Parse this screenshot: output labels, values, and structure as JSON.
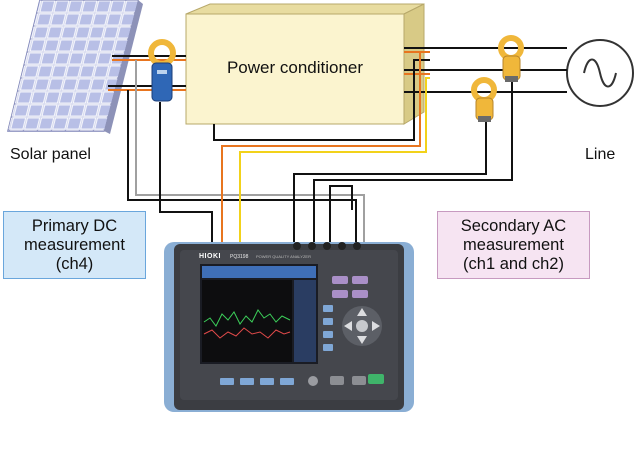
{
  "labels": {
    "power_conditioner": "Power conditioner",
    "solar_panel": "Solar panel",
    "line": "Line",
    "primary": [
      "Primary DC",
      "measurement",
      "(ch4)"
    ],
    "secondary": [
      "Secondary AC",
      "measurement",
      "(ch1 and ch2)"
    ]
  },
  "device": {
    "brand": "HIOKI",
    "model": "PQ3198",
    "subtitle": "POWER QUALITY ANALYZER"
  },
  "colors": {
    "power_conditioner_fill": "#fbf4cf",
    "solar_cell": "#b8bfe6",
    "clamp_yellow": "#f0b73a",
    "clamp_blue": "#2f67b6",
    "analyzer_body": "#3b3d42",
    "analyzer_bumper": "#8aaed4",
    "wire_black": "#111111",
    "wire_orange": "#e8751f",
    "wire_yellow": "#f2d21a",
    "wire_gray": "#a0a0a0",
    "primary_box_fill": "#d4e8f8",
    "secondary_box_fill": "#f6e4f2"
  },
  "icons": [
    "ac-source-icon",
    "clamp-sensor-icon",
    "solar-panel-icon"
  ]
}
